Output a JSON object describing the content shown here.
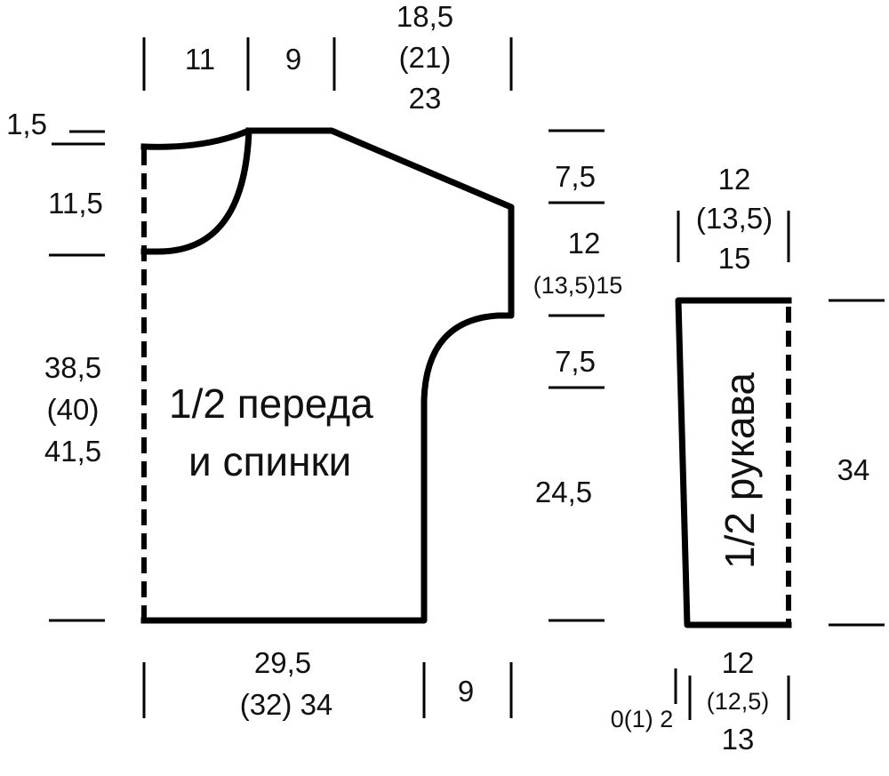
{
  "colors": {
    "line": "#000000",
    "background": "#ffffff"
  },
  "body_piece": {
    "label_line1": "1/2 переда",
    "label_line2": "и спинки",
    "top_widths": [
      "11",
      "9"
    ],
    "shoulder_width": [
      "18,5",
      "(21)",
      "23"
    ],
    "left_heights": {
      "neck_drop": "1,5",
      "neck_depth": "11,5",
      "side": [
        "38,5",
        "(40)",
        "41,5"
      ]
    },
    "right_heights": {
      "shoulder_slope": "7,5",
      "armhole_top": "12",
      "armhole_top_sizes": "(13,5)15",
      "armhole_curve": "7,5",
      "lower": "24,5"
    },
    "bottom_widths": {
      "main": [
        "29,5",
        "(32)  34"
      ],
      "extension": "9"
    }
  },
  "sleeve_piece": {
    "label": "1/2 рукава",
    "top_width": [
      "12",
      "(13,5)",
      "15"
    ],
    "height": "34",
    "bottom_width": [
      "12",
      "(12,5)",
      "13"
    ],
    "bottom_offset": "0(1) 2"
  }
}
